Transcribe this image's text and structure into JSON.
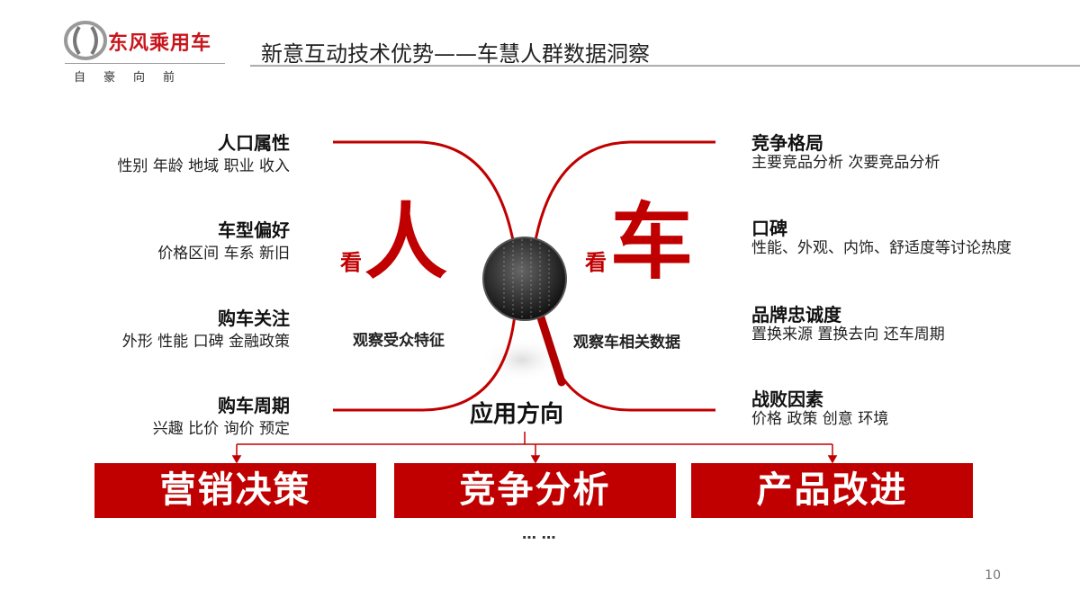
{
  "header": {
    "logo_name": "东风乘用车",
    "logo_slogan": "自豪向前",
    "title": "新意互动技术优势——车慧人群数据洞察"
  },
  "left": {
    "items": [
      {
        "heading": "人口属性",
        "detail": "性别 年龄 地域 职业 收入"
      },
      {
        "heading": "车型偏好",
        "detail": "价格区间 车系 新旧"
      },
      {
        "heading": "购车关注",
        "detail": "外形 性能 口碑 金融政策"
      },
      {
        "heading": "购车周期",
        "detail": "兴趣 比价 询价 预定"
      }
    ],
    "kan": "看",
    "big": "人",
    "caption": "观察受众特征"
  },
  "right": {
    "items": [
      {
        "heading": "竞争格局",
        "detail": "主要竞品分析 次要竞品分析"
      },
      {
        "heading": "口碑",
        "detail": "性能、外观、内饰、舒适度等讨论热度"
      },
      {
        "heading": "品牌忠诚度",
        "detail": "置换来源 置换去向 还车周期"
      },
      {
        "heading": "战败因素",
        "detail": "价格 政策 创意 环境"
      }
    ],
    "kan": "看",
    "big": "车",
    "caption": "观察车相关数据"
  },
  "center_label": "应用方向",
  "outcomes": [
    "营销决策",
    "竞争分析",
    "产品改进"
  ],
  "ellipsis": "… …",
  "page_number": "10",
  "colors": {
    "accent": "#c00000"
  }
}
